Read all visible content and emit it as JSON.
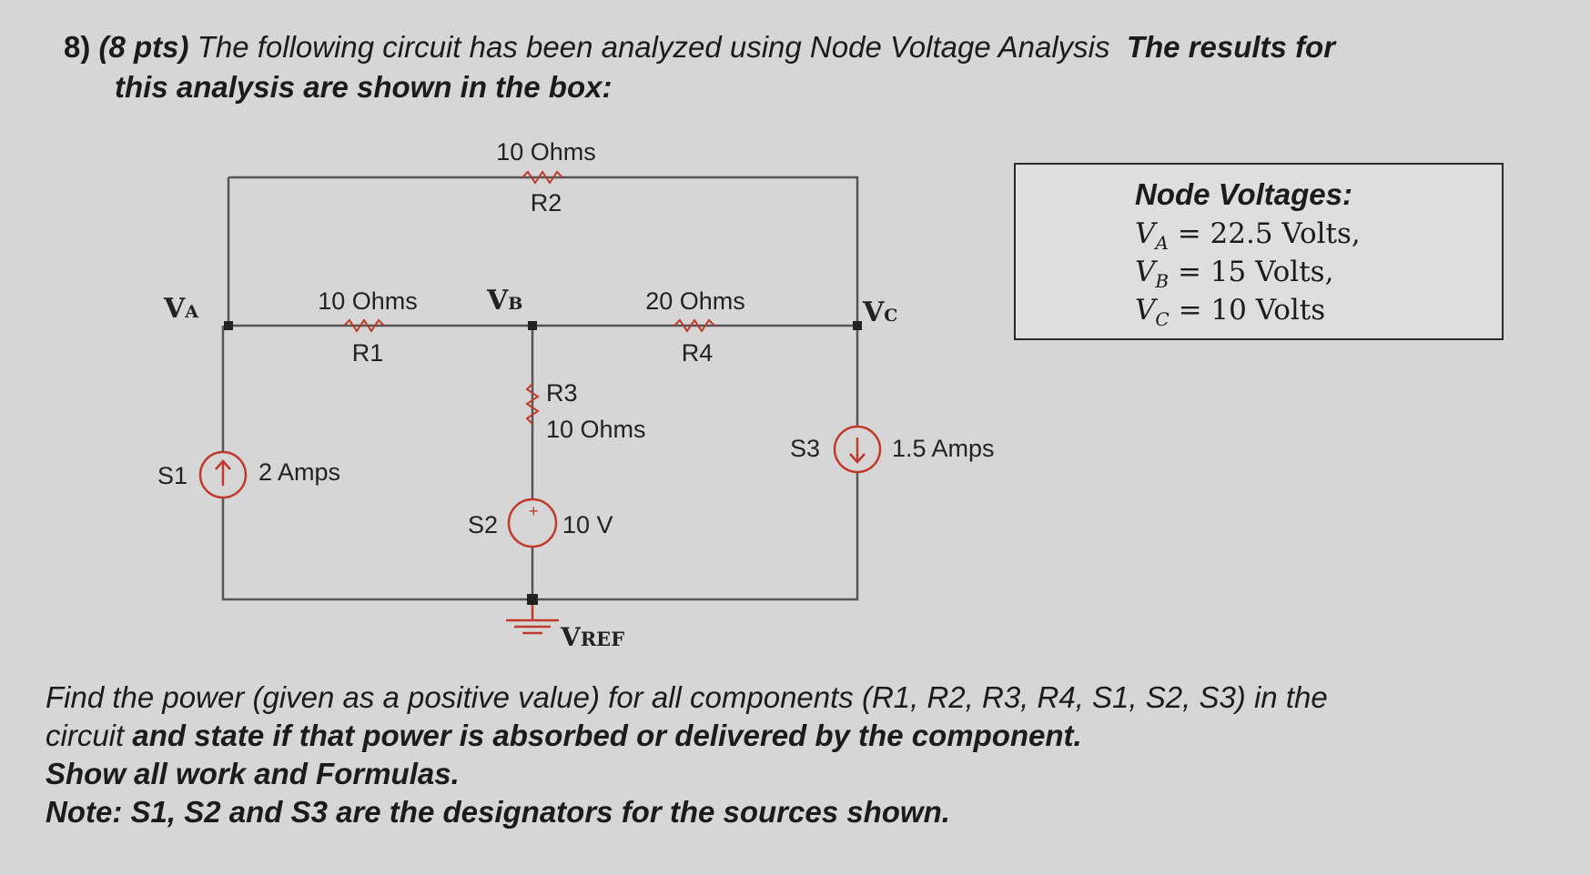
{
  "question": {
    "number": "8)",
    "points": "(8 pts)",
    "text": "The following circuit has been analyzed using Node Voltage Analysis",
    "bold_tail": "The results for",
    "line2": "this analysis are shown in the box:"
  },
  "circuit": {
    "R2": {
      "name": "R2",
      "value": "10 Ohms"
    },
    "R1": {
      "name": "R1",
      "value": "10 Ohms"
    },
    "R4": {
      "name": "R4",
      "value": "20 Ohms"
    },
    "R3": {
      "name": "R3",
      "value": "10 Ohms"
    },
    "S1": {
      "name": "S1",
      "value": "2 Amps"
    },
    "S2": {
      "name": "S2",
      "value": "10 V",
      "polarity": "+"
    },
    "S3": {
      "name": "S3",
      "value": "1.5 Amps"
    },
    "nodes": {
      "VA": {
        "main": "V",
        "sub": "A"
      },
      "VB": {
        "main": "V",
        "sub": "B"
      },
      "VC": {
        "main": "V",
        "sub": "C"
      },
      "VREF": {
        "main": "V",
        "sub": "REF"
      }
    },
    "colors": {
      "wire": "#555555",
      "source": "#c0392b",
      "resistor": "#c0392b"
    }
  },
  "results": {
    "title": "Node Voltages:",
    "lines": [
      "V_A = 22.5 Volts,",
      "V_B = 15 Volts,",
      "V_C = 10 Volts"
    ],
    "VA": {
      "sym": "V",
      "sub": "A",
      "rest": "= 22.5 Volts,"
    },
    "VB": {
      "sym": "V",
      "sub": "B",
      "rest": "= 15 Volts,"
    },
    "VC": {
      "sym": "V",
      "sub": "C",
      "rest": "= 10 Volts"
    }
  },
  "footer": {
    "line1": "Find the power (given as a positive value) for all components (R1, R2, R3, R4, S1, S2, S3) in the",
    "line2_a": "circuit",
    "line2_b": "and state if that power is absorbed or delivered by the component.",
    "line3": "Show all work and Formulas.",
    "line4": "Note: S1, S2 and S3 are the designators for the sources shown."
  }
}
